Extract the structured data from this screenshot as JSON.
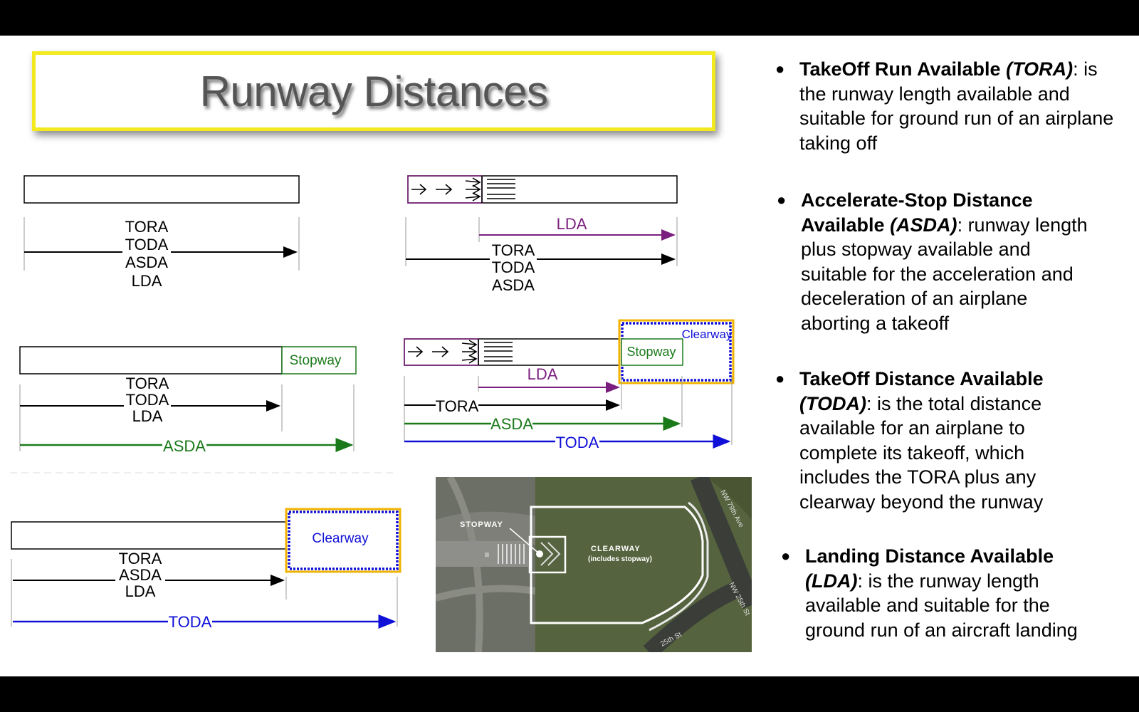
{
  "slide": {
    "title": "Runway Distances"
  },
  "diagrams": {
    "labels": {
      "tora": "TORA",
      "toda": "TODA",
      "asda": "ASDA",
      "lda": "LDA",
      "stopway": "Stopway",
      "clearway": "Clearway"
    },
    "photo": {
      "stopway_label": "STOPWAY",
      "clearway_label": "CLEARWAY",
      "clearway_note": "(includes stopway)",
      "street_1": "NW 79th Ave",
      "street_2": "NW 25th St",
      "street_3": "25th St"
    },
    "colors": {
      "lda": "#7b1f7f",
      "asda": "#1a7a1a",
      "toda": "#1010d8",
      "clearway_border": "#f0b400",
      "title_border": "#f2ea1e"
    }
  },
  "definitions": [
    {
      "term": "TakeOff Run Available ",
      "abbr": "(TORA)",
      "text": ": is the runway length available and suitable for ground run of an airplane taking off"
    },
    {
      "term": "Accelerate-Stop Distance Available ",
      "abbr": "(ASDA)",
      "text": ": runway length plus stopway available and suitable for the acceleration and deceleration of an airplane aborting a takeoff"
    },
    {
      "term": "TakeOff Distance Available ",
      "abbr": "(TODA)",
      "text": ": is the total distance available for an airplane to complete its takeoff, which includes the TORA plus any clearway beyond the runway"
    },
    {
      "term": "Landing Distance Available ",
      "abbr": "(LDA)",
      "text": ": is the runway length available and suitable for the ground run of an aircraft landing"
    }
  ]
}
